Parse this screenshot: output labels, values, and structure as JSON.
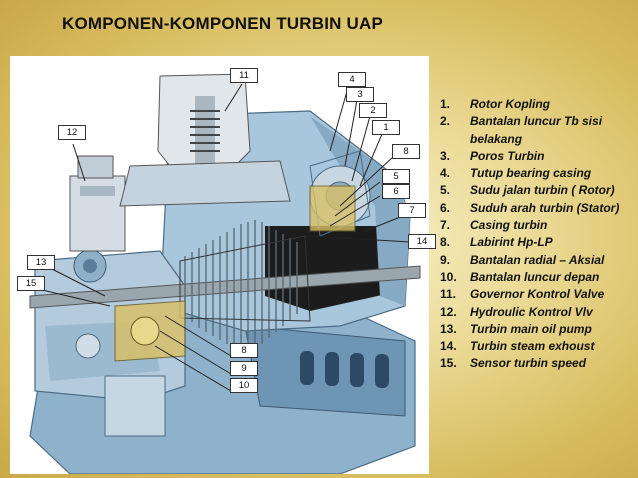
{
  "title": "KOMPONEN-KOMPONEN TURBIN UAP",
  "callouts": [
    "11",
    "4",
    "3",
    "2",
    "1",
    "12",
    "8",
    "5",
    "6",
    "7",
    "14",
    "13",
    "15",
    "8",
    "9",
    "10"
  ],
  "legend": [
    {
      "num": "1.",
      "text": "Rotor Kopling"
    },
    {
      "num": "2.",
      "text": "Bantalan luncur Tb sisi belakang"
    },
    {
      "num": "3.",
      "text": "Poros Turbin"
    },
    {
      "num": "4.",
      "text": "Tutup bearing casing"
    },
    {
      "num": "5.",
      "text": "Sudu jalan turbin ( Rotor)"
    },
    {
      "num": "6.",
      "text": "Suduh arah turbin (Stator)"
    },
    {
      "num": "7.",
      "text": "Casing turbin"
    },
    {
      "num": "8.",
      "text": "Labirint  Hp-LP"
    },
    {
      "num": "9.",
      "text": "Bantalan radial – Aksial"
    },
    {
      "num": "10.",
      "text": "Bantalan luncur depan"
    },
    {
      "num": "11.",
      "text": "Governor Kontrol Valve"
    },
    {
      "num": "12.",
      "text": "Hydroulic Kontrol Vlv"
    },
    {
      "num": "13.",
      "text": "Turbin main oil pump"
    },
    {
      "num": "14.",
      "text": "Turbin steam exhoust"
    },
    {
      "num": "15.",
      "text": "Sensor turbin speed"
    }
  ]
}
